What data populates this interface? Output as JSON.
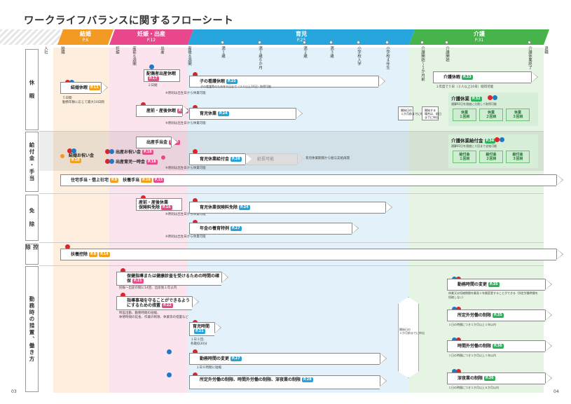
{
  "title": "ワークライフバランスに関するフローシート",
  "page_left": "03",
  "page_right": "04",
  "bands": [
    {
      "label": "結婚",
      "page": "P.6",
      "color": "#f39a25"
    },
    {
      "label": "妊娠・出産",
      "page": "P.12",
      "color": "#e8478c"
    },
    {
      "label": "育児",
      "page": "P.23",
      "color": "#26a6dd"
    },
    {
      "label": "介護",
      "page": "P.31",
      "color": "#46b44a"
    }
  ],
  "events": {
    "nyusha": "入社",
    "kekkon": "結婚",
    "ninshin": "妊娠",
    "sanzen": "産前６週間",
    "shussan": "出産",
    "sango": "産後８週間",
    "y1": "満１歳",
    "y1h": "満１歳６か月",
    "y2": "満２歳",
    "y3": "満３歳",
    "shogaku": "小学校入学",
    "sho4": "小学校４年生",
    "kaigo_start": "介護開始〜１か月前",
    "kaigo_jiki": "介護開始",
    "kaigo_end": "介護休業終了",
    "taishoku": "退職"
  },
  "row_labels": {
    "kyuka": "休　暇",
    "kyufu": "給付金・手当",
    "menjo": "免　除",
    "kojo": "控　除",
    "kinmu": "勤務時の措置、働き方"
  },
  "items": {
    "kekkon_kyuka": "結婚休暇",
    "kekkon_kyuka_pg": "P.11",
    "kekkon_note": "５日間\n勤務年数に応じて最大10日間",
    "haigusha": "配偶者出産休暇",
    "haigusha_pg": "P.17",
    "haigusha_note": "２日間",
    "sanzen_sango": "産前・産後休暇",
    "sanzen_sango_pg": "P.15",
    "ko_kango": "子の看護休暇",
    "ko_kango_pg": "P.25",
    "ko_kango_note": "子の看護等のため年５日まで（２人以上10日）取得可能",
    "ikuji_kyugyo": "育児休業",
    "ikuji_kyugyo_pg": "P.24",
    "ikuji_note": "※原則は出生日から休業可能",
    "kaigo_kyuka": "介護休暇",
    "kaigo_kyuka_pg": "P.33",
    "kaigo_kyuka_note": "１年度で５日（２人以上10日）取得可能",
    "kaigo_kyugyo": "介護休業",
    "kaigo_kyugyo_pg": "P.32",
    "kaigo_kyugyo_note": "通算93日を限度に分割して取得可能",
    "kaigo_kaisu": [
      "休業\n１回目",
      "休業\n２回目",
      "休業\n３回目"
    ],
    "kaigo_mae": "開始日の\n１か月前までに申出",
    "kaigo_mae2": "開始する\n場合は、前日\nまでに申出",
    "kekkon_iwai": "結婚お祝い金",
    "kekkon_iwai_pg": "P.10",
    "shussan_teate": "出産手当金",
    "shussan_teate_pg": "P.20",
    "shussan_iwai": "出産お祝い金",
    "shussan_iwai_pg": "P.18",
    "shussan_ikuji": "出産育児一時金",
    "shussan_ikuji_pg": "P.18",
    "ikuji_kyufu": "育児休業給付金",
    "ikuji_kyufu_pg": "P.28",
    "enchou": "延長可能",
    "ikuji_kyufu_note": "育児休業期間から給与支給再開",
    "kaigo_kyufu": "介護休業給付金",
    "kaigo_kyufu_pg": "P.34",
    "kaigo_kyufu_note": "通算93日を限度に３回まで支給可能",
    "kaigo_kyufu_kaisu": [
      "給付金\n１回目",
      "給付金\n２回目",
      "給付金\n３回目"
    ],
    "jutaku": "住宅手当・借上社宅",
    "jutaku_pg": "P.8",
    "fuyo": "扶養手当",
    "fuyo_pg1": "P.10",
    "fuyo_pg2": "P.15",
    "sanzen_menjo": "産前・産後休業\n保険料免除",
    "sanzen_menjo_pg": "P.16",
    "ikuji_menjo": "育児休業保険料免除",
    "ikuji_menjo_pg": "P.24",
    "nenkin": "年金の養育特例",
    "nenkin_pg": "P.27",
    "fuyo_kojo": "扶養控除",
    "fuyo_kojo_pg1": "P.8",
    "fuyo_kojo_pg2": "P.14",
    "hoken_shido": "保健指導または健康診査を受けるための時間の確保",
    "hoken_shido_pg": "P.21",
    "hoken_note": "妊娠～出産の間に14回、出産後１年以内",
    "shido_jiko": "指導事項を守ることができるようにするための措置",
    "shido_jiko_pg": "P.22",
    "shido_note": "時差出勤、勤務時間の短縮、\n休憩時間の延長、作業の制限、休業等の措置など",
    "ikuji_jikan": "育児時間",
    "ikuji_jikan_pg": "P.21",
    "ikuji_jikan_note": "１日２回、\n各最低30分",
    "kinmu_henko": "勤務時間の変更",
    "kinmu_henko_pg": "P.27",
    "kinmu_henko_note": "１日６時間に短縮",
    "jikangai": "所定外労働の制限、時間外労働の制限、深夜業の制限",
    "jikangai_pg": "P.28",
    "kaigo_kinmu": "勤務時間の変更",
    "kaigo_kinmu_pg": "P.35",
    "kaigo_kinmu_note": "休業又は短縮期間を最長１年間変更することができる（所定労働時間を短縮しない）",
    "kaigo_shotei": "所定外労働の制限",
    "kaigo_shotei_pg": "P.35",
    "kaigo_shotei_note": "１日の時間につき１か月以上１年以内",
    "kaigo_jikangai": "時間外労働の制限",
    "kaigo_jikangai_pg": "P.36",
    "kaigo_jikangai_note": "１日の時間につき１か月以上１年以内",
    "kaigo_shinya": "深夜業の制限",
    "kaigo_shinya_pg": "P.36",
    "kaigo_shinya_note": "１日の時間につき１か月以上６か月以内",
    "kaigo_kinmu_mae": "開始日の\n１か月前までに申出"
  }
}
